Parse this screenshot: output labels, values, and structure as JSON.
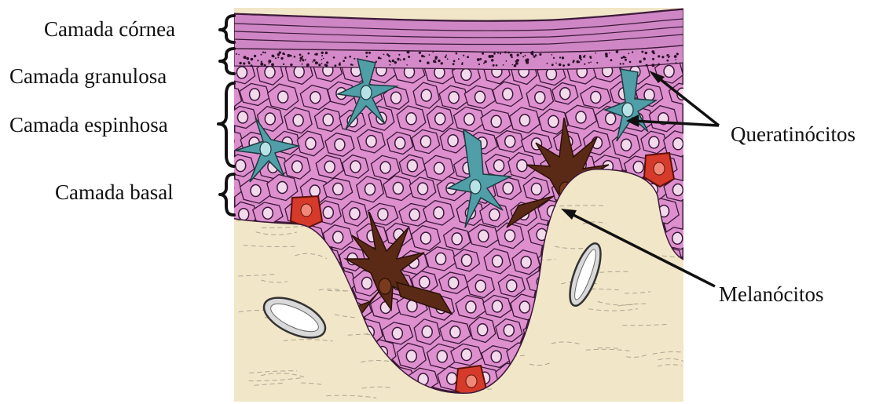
{
  "layers": [
    {
      "id": "cornea",
      "label": "Camada córnea"
    },
    {
      "id": "granulosa",
      "label": "Camada granulosa"
    },
    {
      "id": "espinhosa",
      "label": "Camada espinhosa"
    },
    {
      "id": "basal",
      "label": "Camada basal"
    }
  ],
  "annotations": {
    "keratinocytes": "Queratinócitos",
    "melanocytes": "Melanócitos"
  },
  "colors": {
    "cell_fill": "#dd8fce",
    "cell_outline": "#3a1838",
    "nucleus_fill": "#f3d9ec",
    "stratum_corneum": "#cf86c4",
    "dermis": "#f2e6c8",
    "langerhans_blue": "#4f9ea8",
    "melanocyte_brown": "#5a2a16",
    "merkel_red": "#d63a2a"
  }
}
